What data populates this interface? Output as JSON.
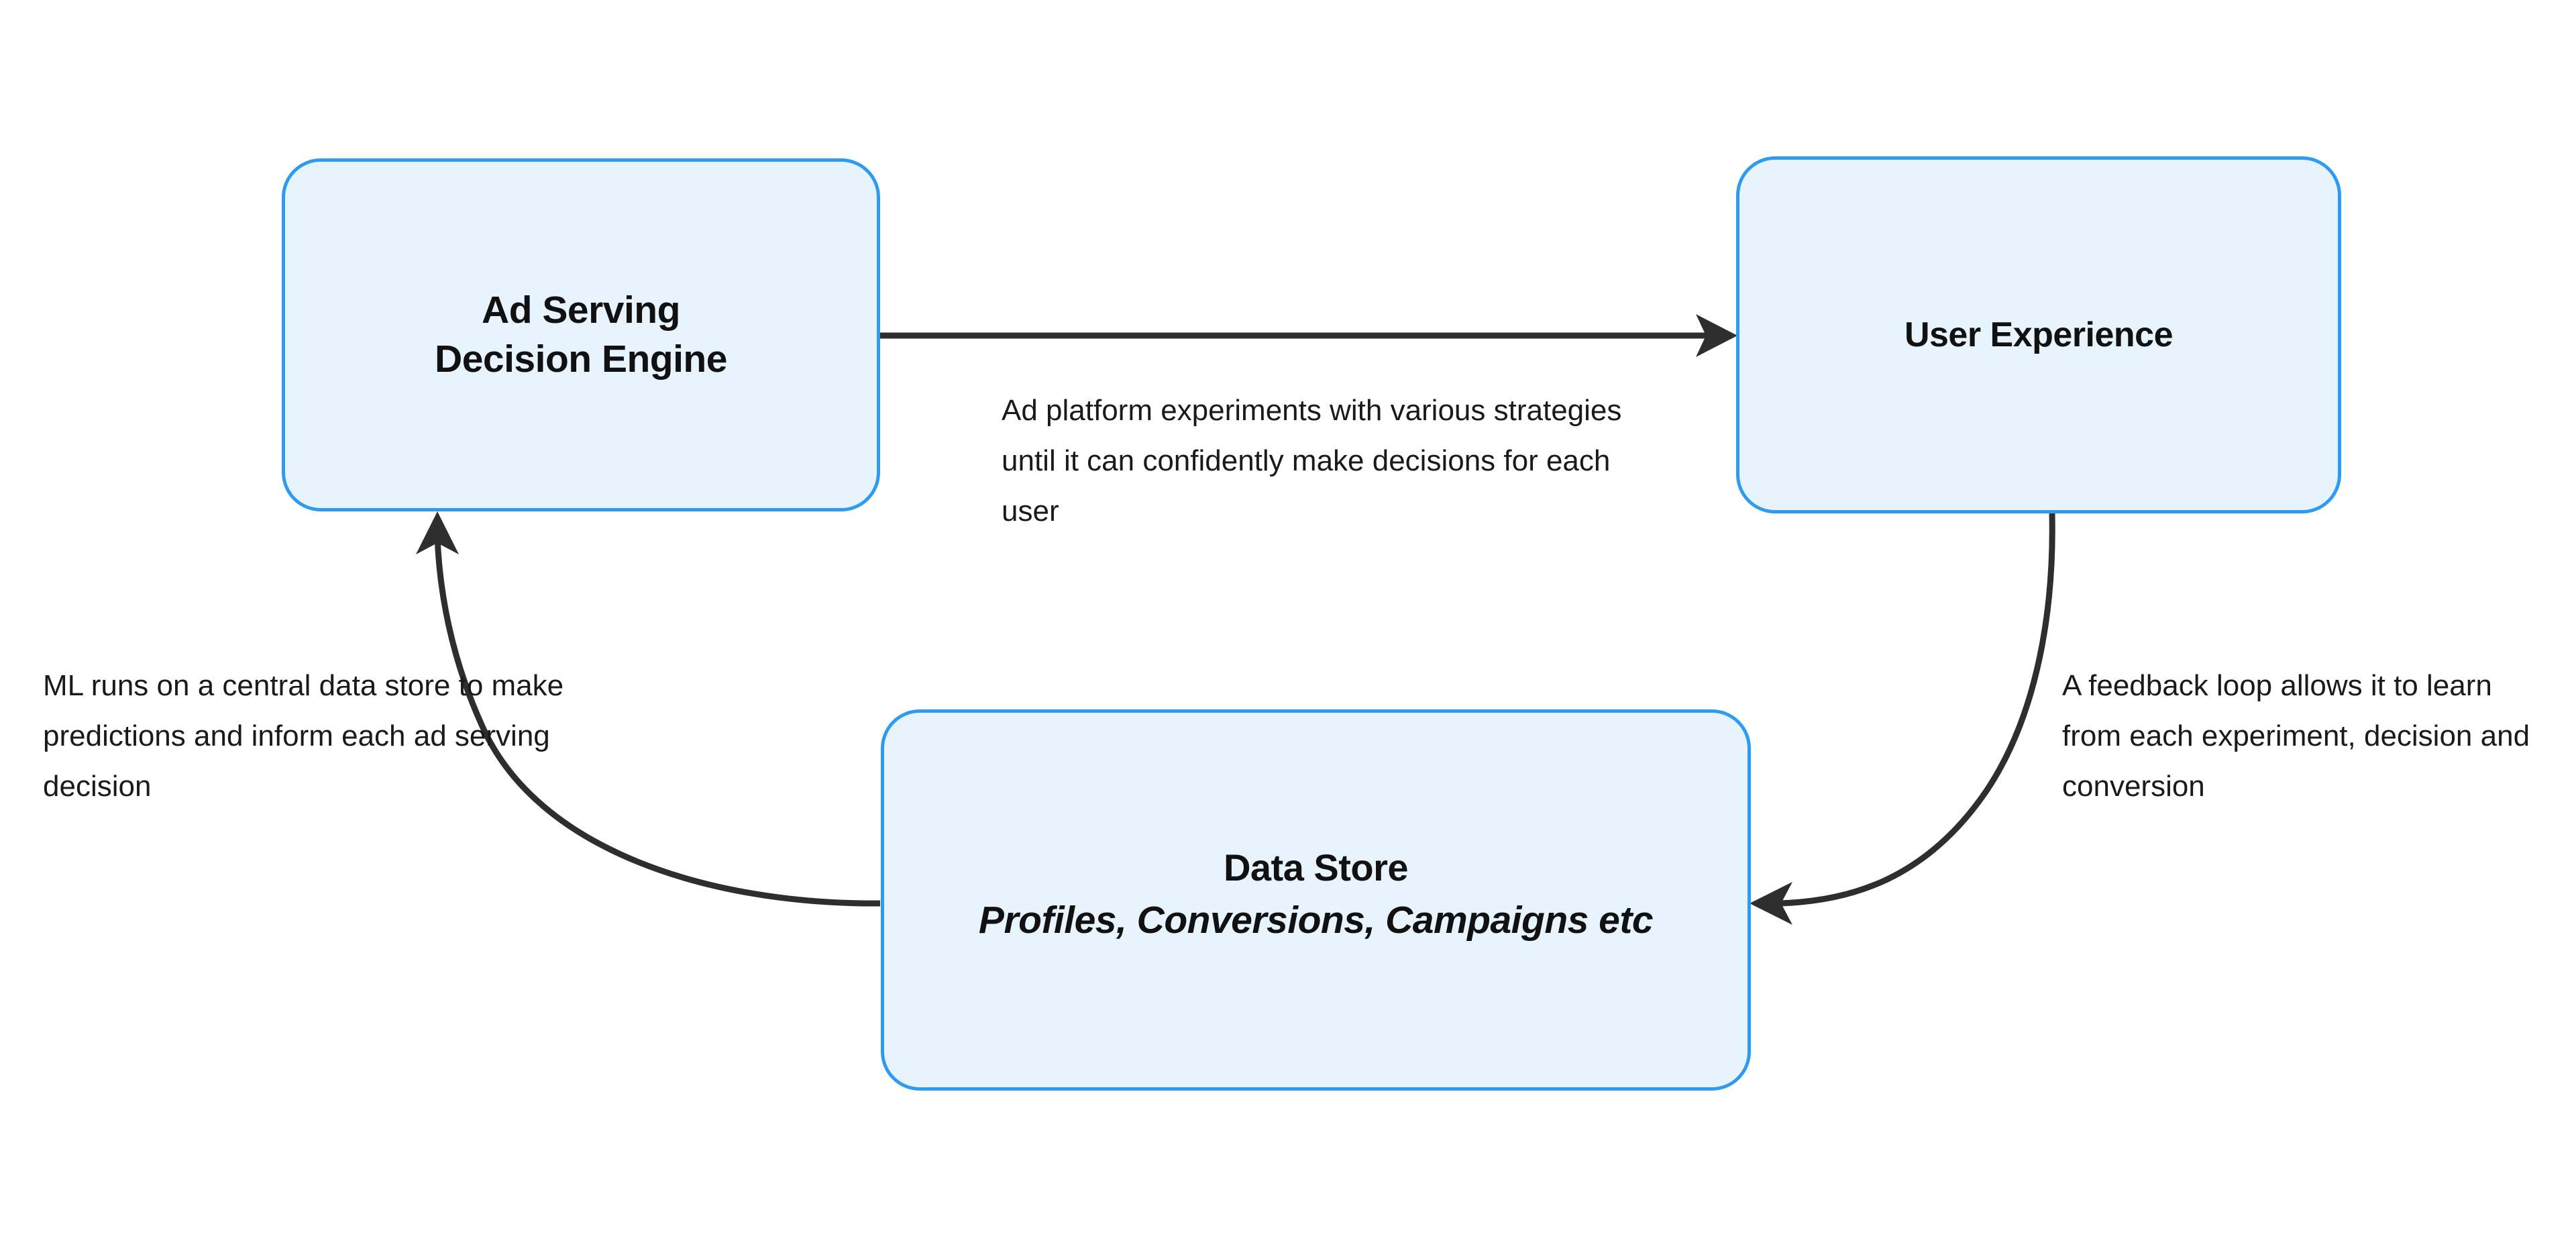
{
  "diagram": {
    "title_hidden": "",
    "palette": {
      "node_fill": "#e8f4fd",
      "node_border": "#2f9bf0",
      "edge_stroke": "#2e2e2e",
      "text_color": "#111111",
      "background": "#ffffff"
    },
    "nodes": [
      {
        "id": "ad-serving-decision-engine",
        "title": "Ad Serving\nDecision Engine",
        "subtitle": ""
      },
      {
        "id": "user-experience",
        "title": "User Experience",
        "subtitle": ""
      },
      {
        "id": "data-store",
        "title": "Data Store",
        "subtitle": "Profiles, Conversions, Campaigns etc"
      }
    ],
    "edges": [
      {
        "id": "ad-serving-to-user-experience",
        "from": "ad-serving-decision-engine",
        "to": "user-experience",
        "shape": "straight",
        "label": "Ad platform experiments with various strategies until it can confidently make decisions for each user"
      },
      {
        "id": "user-experience-to-data-store",
        "from": "user-experience",
        "to": "data-store",
        "shape": "curved",
        "label": "A feedback loop allows it to learn from each experiment, decision and conversion"
      },
      {
        "id": "data-store-to-ad-serving",
        "from": "data-store",
        "to": "ad-serving-decision-engine",
        "shape": "curved",
        "label": "ML runs on a central data store to make predictions and inform each ad serving decision"
      }
    ]
  }
}
